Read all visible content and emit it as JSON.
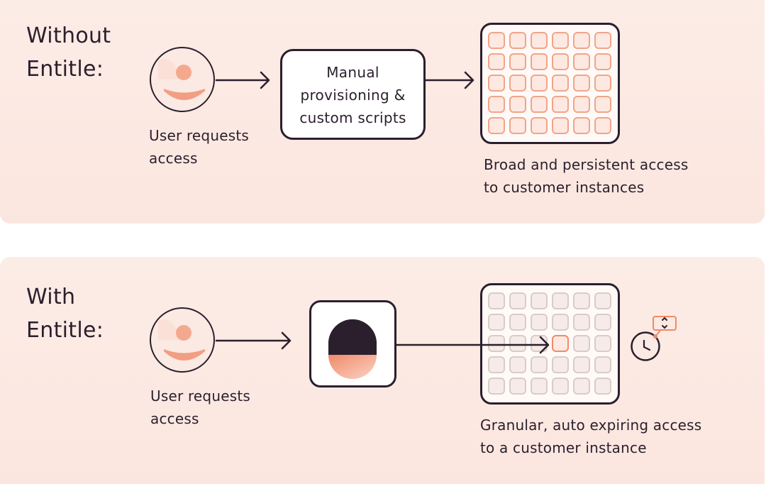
{
  "without": {
    "heading": [
      "Without",
      "Entitle:"
    ],
    "user_label": [
      "User requests",
      "access"
    ],
    "process_label": [
      "Manual",
      "provisioning &",
      "custom scripts"
    ],
    "result_label": [
      "Broad and persistent access",
      "to customer instances"
    ],
    "grid": {
      "rows": 5,
      "cols": 6,
      "highlighted": "all"
    }
  },
  "with": {
    "heading": [
      "With",
      "Entitle:"
    ],
    "user_label": [
      "User requests",
      "access"
    ],
    "process_icon": "entitle-logo-icon",
    "result_label": [
      "Granular, auto expiring access",
      "to a customer instance"
    ],
    "grid": {
      "rows": 5,
      "cols": 6,
      "highlighted_cell": [
        3,
        4
      ]
    },
    "timer_icon": "clock-icon"
  },
  "colors": {
    "panel_bg": "#fcece6",
    "ink": "#2b1f2d",
    "accent": "#f08a68",
    "accent_light": "#f2a488"
  }
}
